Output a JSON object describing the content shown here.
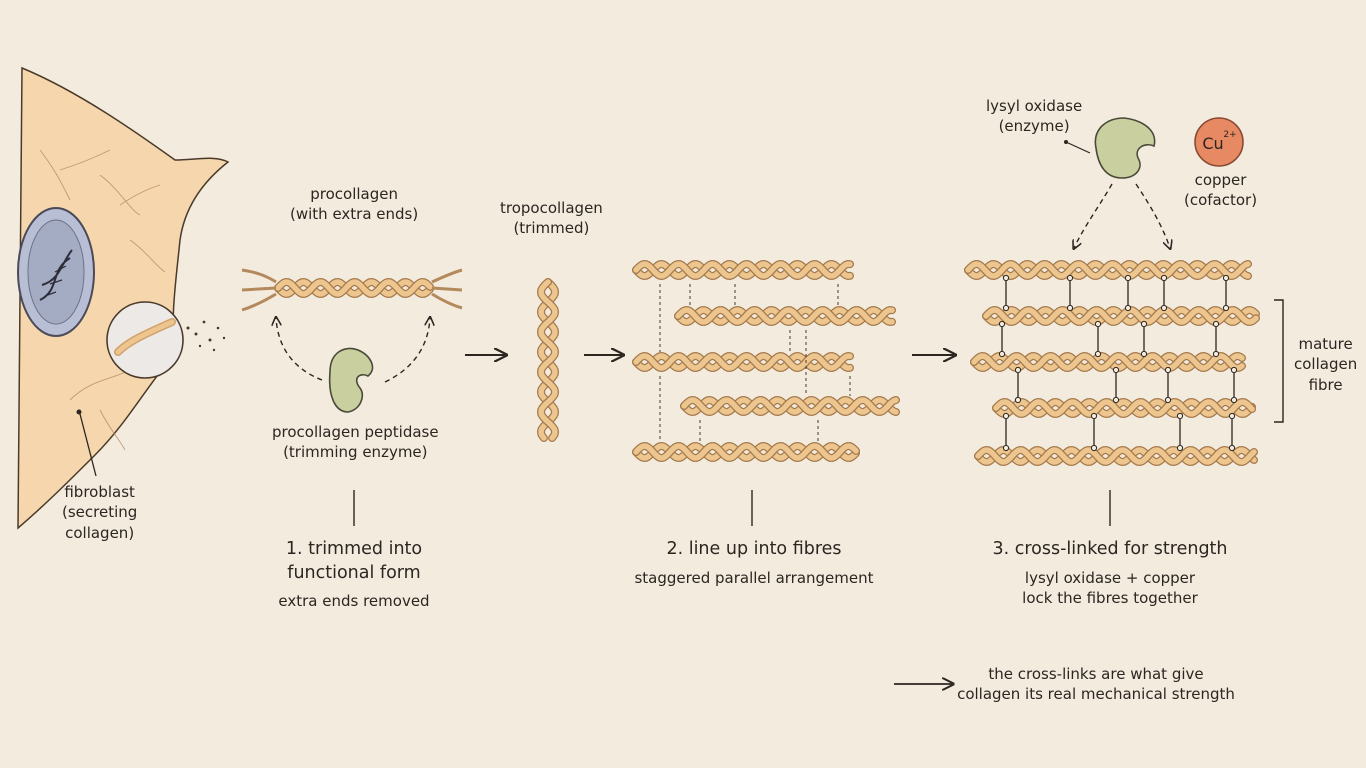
{
  "cell": {
    "label": [
      "fibroblast",
      "(secreting",
      "collagen)"
    ]
  },
  "procollagen": {
    "label": [
      "procollagen",
      "(with extra ends)"
    ]
  },
  "peptidase": {
    "label": [
      "procollagen peptidase",
      "(trimming enzyme)"
    ]
  },
  "tropocollagen": {
    "label": [
      "tropocollagen",
      "(trimmed)"
    ]
  },
  "lysyl_oxidase": {
    "label": [
      "lysyl oxidase",
      "(enzyme)"
    ]
  },
  "copper": {
    "symbol": "Cu",
    "charge": "2+",
    "label": [
      "copper",
      "(cofactor)"
    ]
  },
  "mature_fibre": {
    "label": [
      "mature",
      "collagen",
      "fibre"
    ]
  },
  "steps": [
    {
      "title": [
        "1. trimmed into",
        "functional form"
      ],
      "desc": [
        "extra ends removed"
      ]
    },
    {
      "title": [
        "2. line up into fibres"
      ],
      "desc": [
        "staggered parallel arrangement"
      ]
    },
    {
      "title": [
        "3. cross-linked for strength"
      ],
      "desc": [
        "lysyl oxidase + copper",
        "lock the fibres together"
      ]
    }
  ],
  "note": [
    "the cross-links are what give",
    "collagen its real mechanical strength"
  ],
  "colors": {
    "background": "#f4ebdf",
    "cell": "#f6d7ad",
    "fibre": "#edc58f",
    "enzyme": "#c9cf9e",
    "copper": "#e78a63",
    "nucleus": "#b8bfd4"
  }
}
